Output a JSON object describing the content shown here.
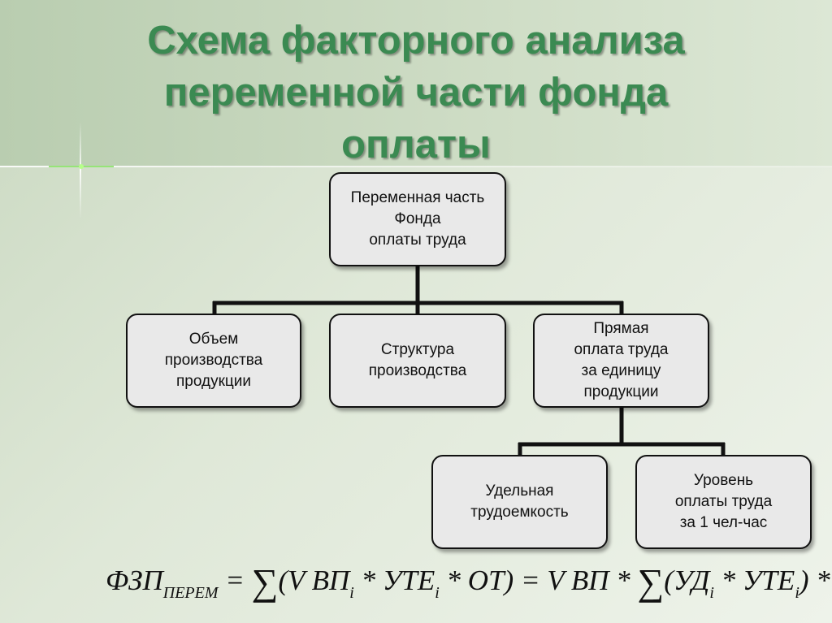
{
  "title": {
    "line1": "Схема факторного анализа",
    "line2": "переменной части фонда",
    "line3": "оплаты"
  },
  "nodes": {
    "root": "Переменная часть\nФонда\n оплаты труда",
    "volume": "Объем\nпроизводства\nпродукции",
    "structure": "Структура\nпроизводства",
    "direct_pay": "Прямая\nоплата труда\nза единицу\nпродукции",
    "labor_intensity": "Удельная\nтрудоемкость",
    "pay_level": "Уровень\nоплаты труда\nза 1 чел-час"
  },
  "formula": {
    "lhs": "ФЗП",
    "lhs_sub": "ПЕРЕМ",
    "eq1": " = ",
    "sum1": "∑",
    "part1": "(V ВП",
    "i1": "i",
    "part2": " * УТЕ",
    "i2": "i",
    "part3": " * ОТ)",
    "eq2": " = ",
    "part4": "V ВП * ",
    "sum2": "∑",
    "part5": "(УД",
    "i3": "i",
    "part6": " * УТЕ",
    "i4": "i",
    "part7": ") * О"
  }
}
